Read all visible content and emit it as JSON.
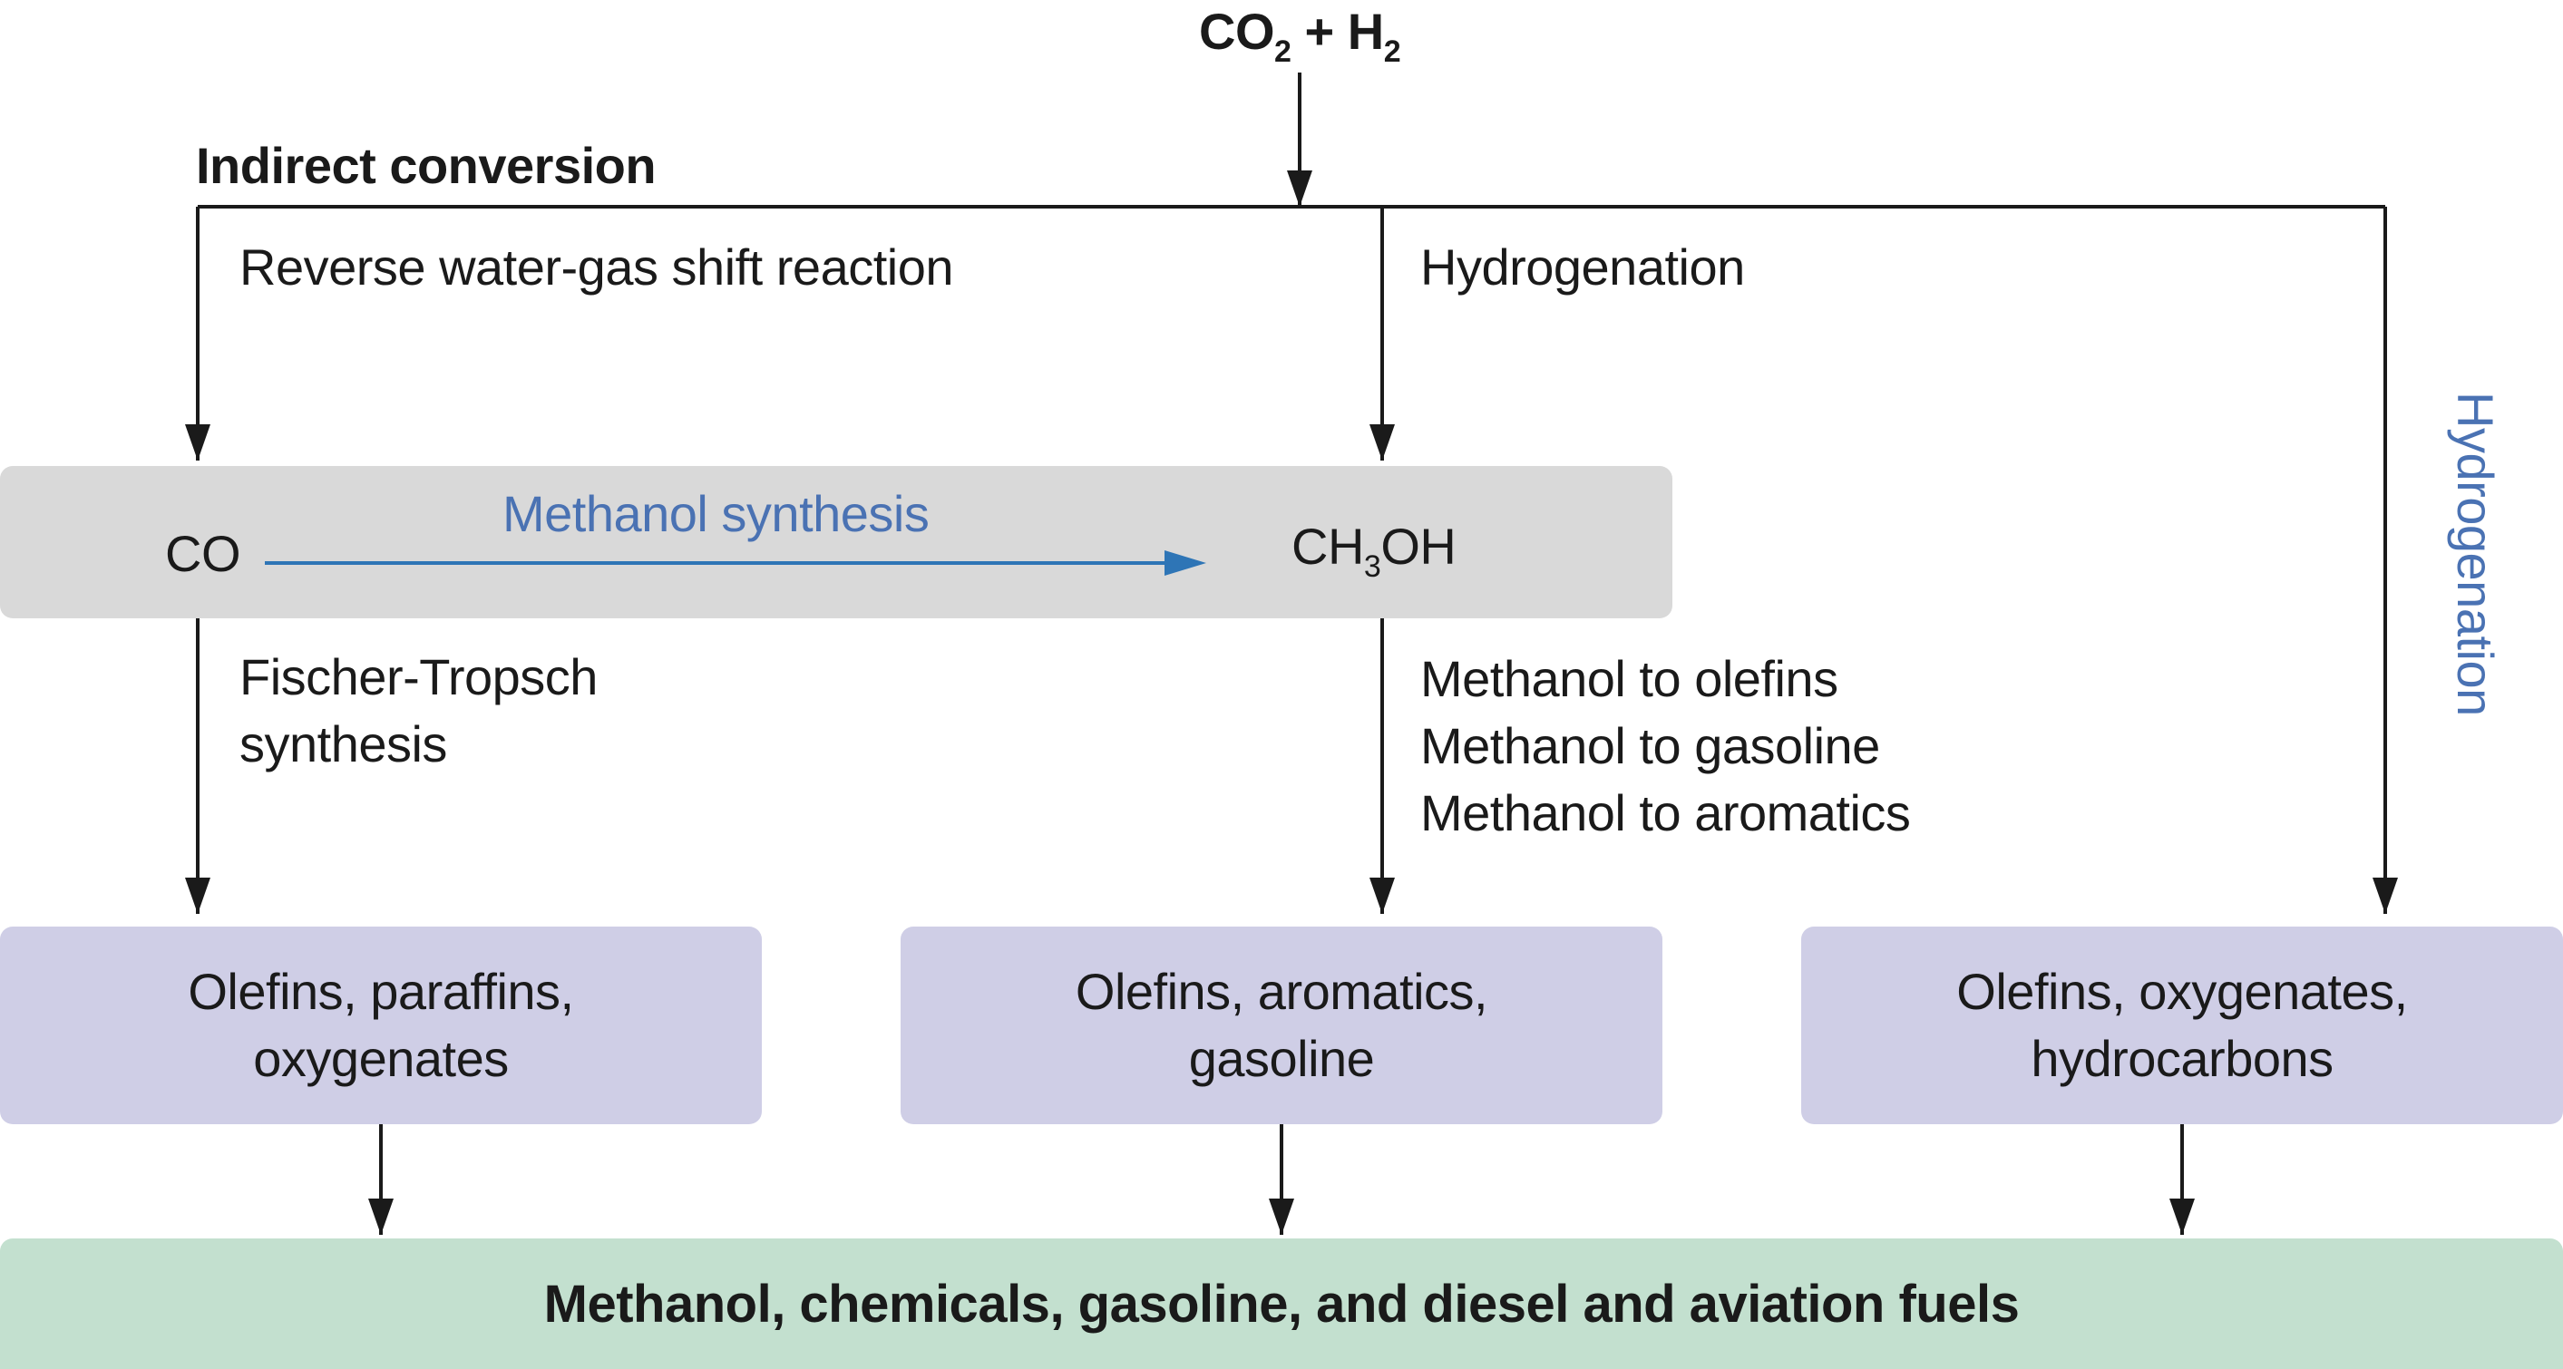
{
  "source": {
    "left": "CO",
    "left_sub": "2",
    "plus": " + ",
    "right": "H",
    "right_sub": "2"
  },
  "indirect_label": "Indirect conversion",
  "branches": {
    "rwgs": "Reverse water-gas shift reaction",
    "hydrogenation_top": "Hydrogenation",
    "hydrogenation_side": "Hydrogenation"
  },
  "intermediate": {
    "co": "CO",
    "methanol_synthesis": "Methanol synthesis",
    "ch3oh_a": "CH",
    "ch3oh_sub": "3",
    "ch3oh_b": "OH"
  },
  "processes": {
    "fischer_tropsch": [
      "Fischer-Tropsch",
      "synthesis"
    ],
    "methanol_to": [
      "Methanol to olefins",
      "Methanol to gasoline",
      "Methanol to aromatics"
    ]
  },
  "products": {
    "left": [
      "Olefins, paraffins,",
      "oxygenates"
    ],
    "middle": [
      "Olefins, aromatics,",
      "gasoline"
    ],
    "right": [
      "Olefins, oxygenates,",
      "hydrocarbons"
    ]
  },
  "final": "Methanol, chemicals, gasoline, and diesel and aviation fuels",
  "colors": {
    "line": "#1a1a1a",
    "arrow_blue": "#2e75b6",
    "text_blue": "#4a72b3",
    "gray_box": "#d9d9d9",
    "purple_box": "#cfcee6",
    "green_box": "#c3e0cf"
  }
}
